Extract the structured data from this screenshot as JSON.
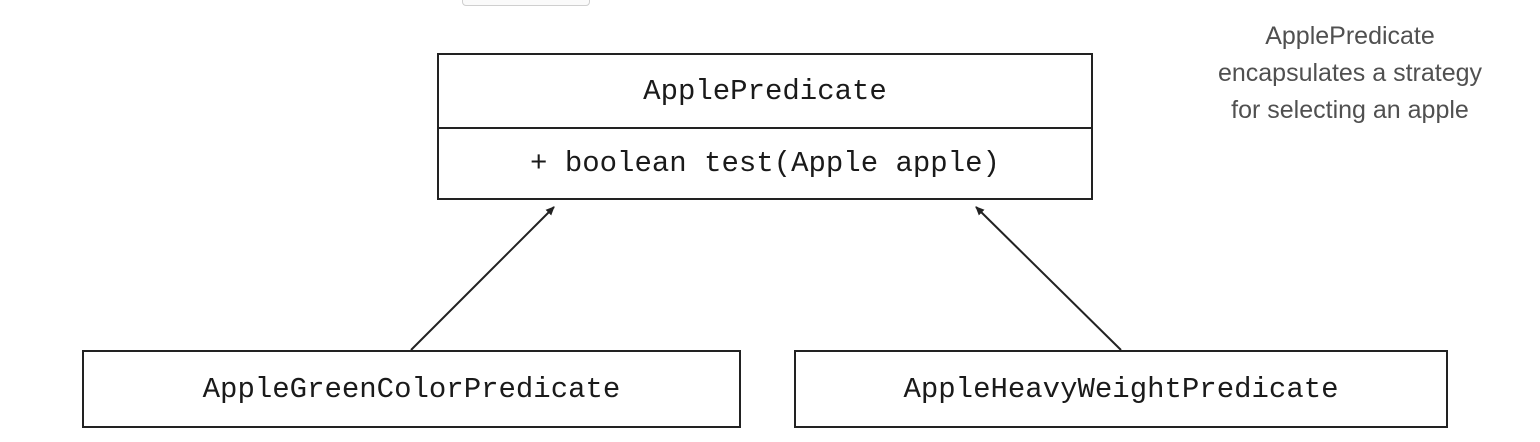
{
  "interface": {
    "name": "ApplePredicate",
    "method": "+ boolean test(Apple apple)"
  },
  "implementations": [
    {
      "name": "AppleGreenColorPredicate"
    },
    {
      "name": "AppleHeavyWeightPredicate"
    }
  ],
  "note": {
    "lines": [
      "ApplePredicate",
      "encapsulates a strategy",
      "for selecting an apple"
    ]
  },
  "colors": {
    "line": "#222222",
    "text": "#1a1a1a",
    "note_text": "#505050"
  }
}
